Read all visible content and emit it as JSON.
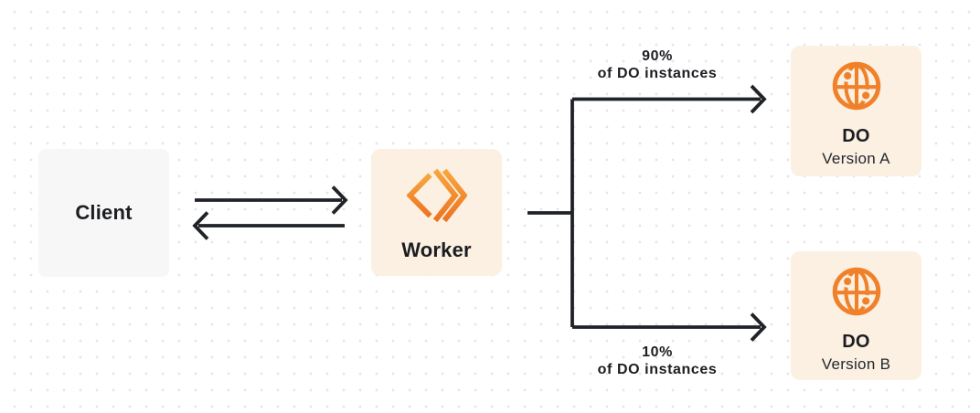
{
  "colors": {
    "canvas_bg": "#ffffff",
    "dot": "#e5e5e8",
    "box_gray": "#f7f7f8",
    "box_cream": "#fbf0e1",
    "accent_orange": "#f0812a",
    "worker_grad_top": "#f8a63d",
    "worker_grad_bottom": "#ec7423",
    "arrow": "#1f2227",
    "text_dark": "#1b1d21",
    "text_secondary": "#24282e"
  },
  "nodes": {
    "client": {
      "label": "Client"
    },
    "worker": {
      "label": "Worker",
      "icon": "cloudflare-workers-logo-icon"
    },
    "do_version_a": {
      "label": "DO",
      "sublabel": "Version A",
      "icon": "durable-object-globe-icon"
    },
    "do_version_b": {
      "label": "DO",
      "sublabel": "Version B",
      "icon": "durable-object-globe-icon"
    }
  },
  "edges": {
    "branch_a": {
      "percent": "90%",
      "caption": "of DO instances"
    },
    "branch_b": {
      "percent": "10%",
      "caption": "of DO instances"
    }
  }
}
